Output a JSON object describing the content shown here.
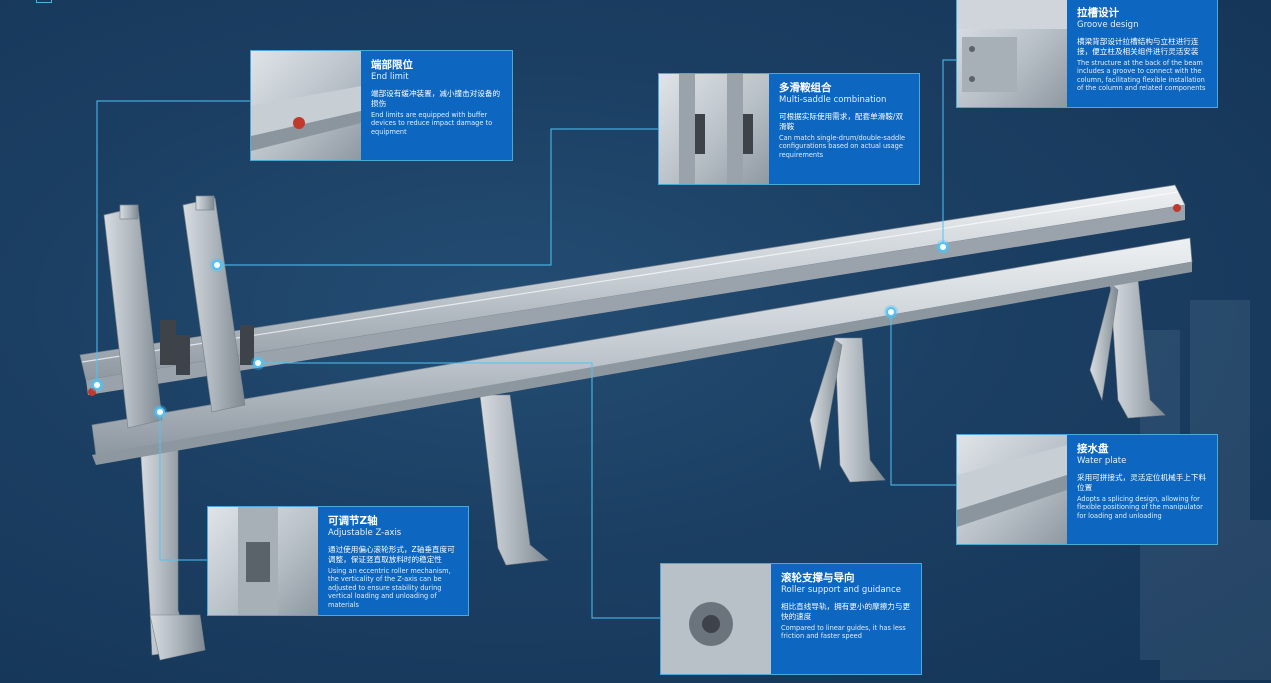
{
  "colors": {
    "background": "#1b3f63",
    "card": "#0d66bf",
    "accent": "#4fc3f7",
    "steel": "#c9cfd4"
  },
  "callouts": {
    "end_limit": {
      "title_cn": "端部限位",
      "title_en": "End limit",
      "desc_cn": "端部设有缓冲装置，减小撞击对设备的损伤",
      "desc_en": "End limits are equipped with buffer devices to reduce impact damage to equipment"
    },
    "multi_saddle": {
      "title_cn": "多滑鞍组合",
      "title_en": "Multi-saddle combination",
      "desc_cn": "可根据实际使用需求，配套单滑鞍/双滑鞍",
      "desc_en": "Can match single-drum/double-saddle configurations based on actual usage requirements"
    },
    "groove": {
      "title_cn": "拉槽设计",
      "title_en": "Groove design",
      "desc_cn": "横梁背部设计拉槽结构与立柱进行连接，便立柱及相关组件进行灵活安装",
      "desc_en": "The structure at the back of the beam includes a groove to connect with the column, facilitating flexible installation of the column and related components"
    },
    "water_plate": {
      "title_cn": "接水盘",
      "title_en": "Water plate",
      "desc_cn": "采用可拼接式，灵活定位机械手上下料位置",
      "desc_en": "Adopts a splicing design, allowing for flexible positioning of the manipulator for loading and unloading"
    },
    "z_axis": {
      "title_cn": "可调节Z轴",
      "title_en": "Adjustable Z-axis",
      "desc_cn": "通过使用偏心滚轮形式，Z轴垂直度可调整，保证竖直取放料时的稳定性",
      "desc_en": "Using an eccentric roller mechanism, the verticality of the Z-axis can be adjusted to ensure stability during vertical loading and unloading of materials"
    },
    "roller": {
      "title_cn": "滚轮支撑与导向",
      "title_en": "Roller support and guidance",
      "desc_cn": "相比直线导轨，拥有更小的摩擦力与更快的速度",
      "desc_en": "Compared to linear guides, it has less friction and faster speed"
    }
  }
}
